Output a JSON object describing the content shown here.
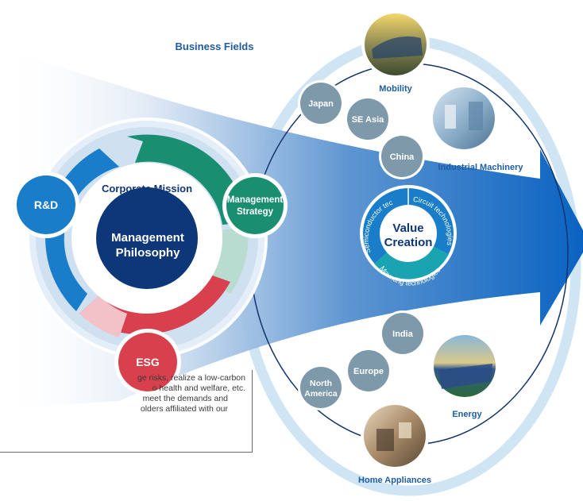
{
  "section_title": "Business Fields",
  "core": {
    "mission": "Corporate Mission",
    "philosophy_line1": "Management",
    "philosophy_line2": "Philosophy"
  },
  "pillars": {
    "rd": "R&D",
    "strategy_line1": "Management",
    "strategy_line2": "Strategy",
    "esg": "ESG"
  },
  "value_creation": {
    "line1": "Value",
    "line2": "Creation",
    "ring_left": "Semiconductor technologies",
    "ring_right": "Circuit technologies",
    "ring_bottom": "Mounting technologies"
  },
  "regions": [
    "Japan",
    "SE Asia",
    "China",
    "India",
    "Europe",
    "North America"
  ],
  "north_america_lines": [
    "North",
    "America"
  ],
  "fields": [
    "Mobility",
    "Industrial Machinery",
    "Energy",
    "Home Appliances"
  ],
  "esg_note": [
    "ge risks, realize a low-carbon",
    "o health and welfare, etc.",
    "meet the demands and",
    "olders affiliated with our"
  ],
  "colors": {
    "navy": "#0d3778",
    "blue": "#1a7dc9",
    "teal": "#1a8e70",
    "red": "#d8404e",
    "region_gray": "#7e9aaa",
    "title_blue": "#1f5da3",
    "ring_light": "#cfe5f3"
  }
}
